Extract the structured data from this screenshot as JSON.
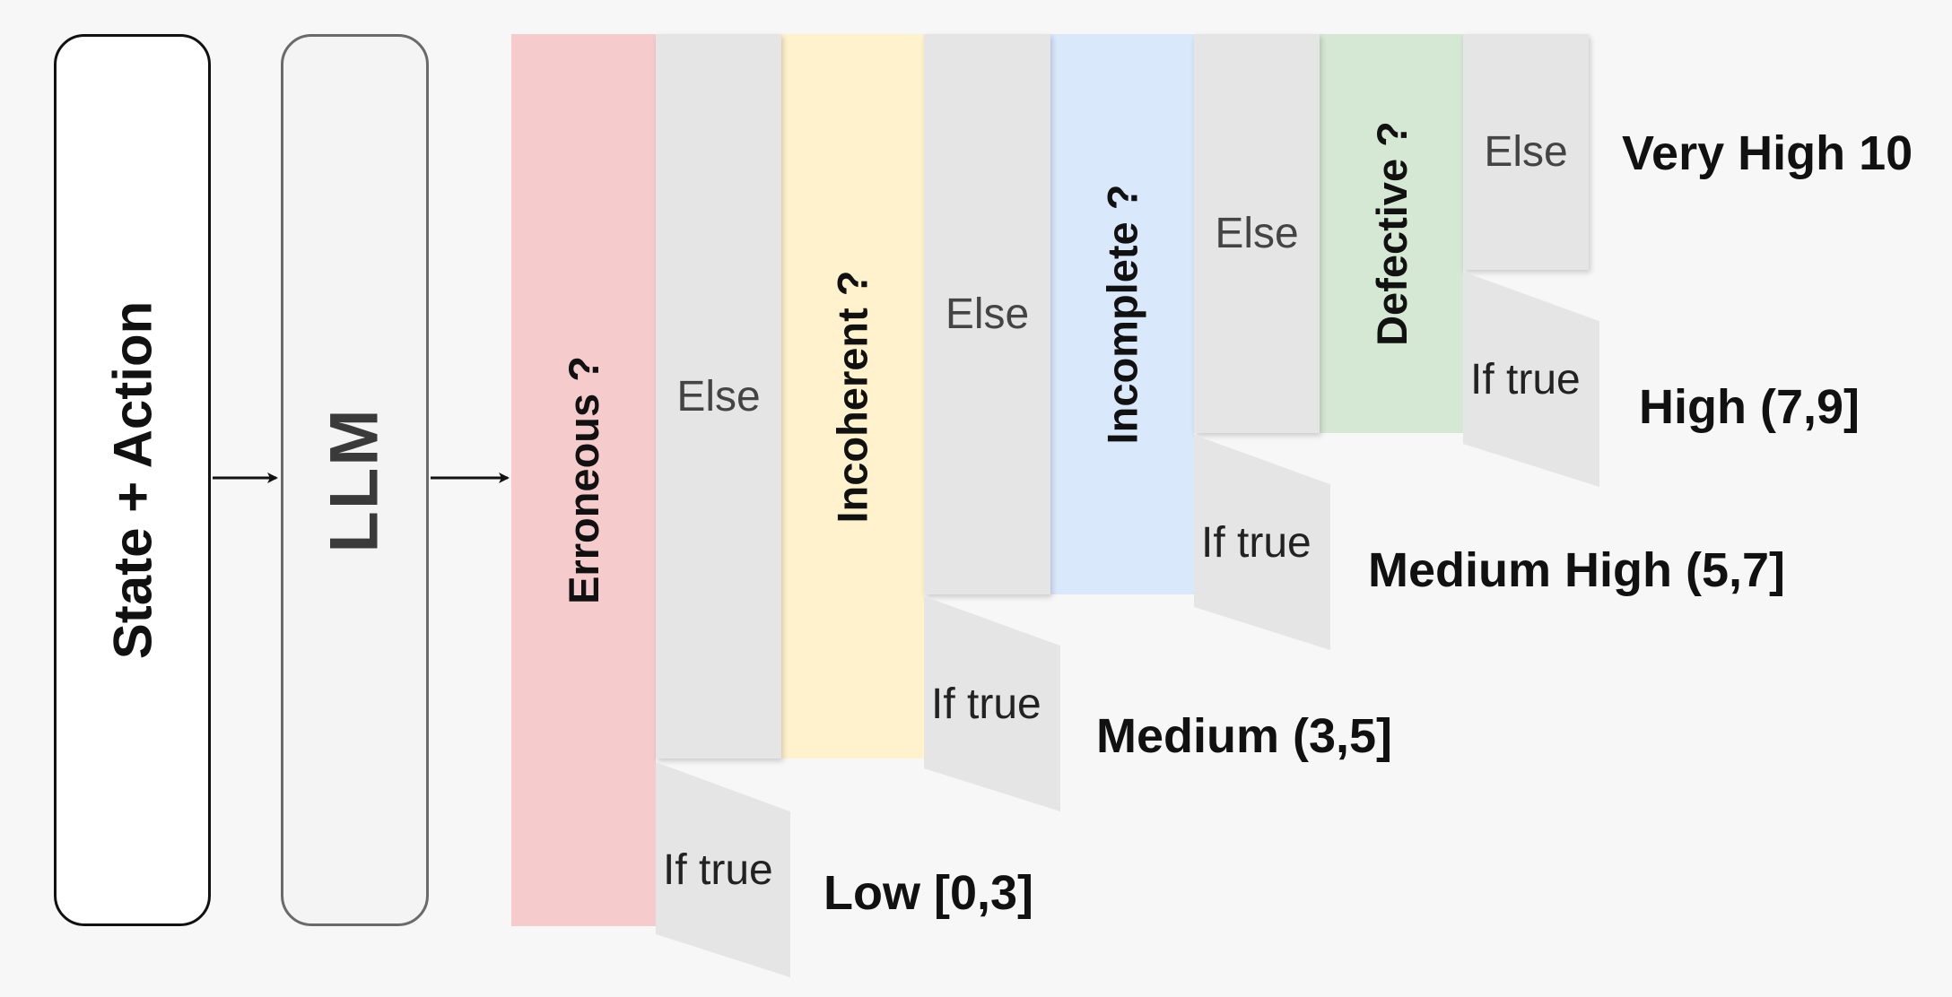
{
  "input_label": "State + Action",
  "model_label": "LLM",
  "checks": [
    {
      "label": "Erroneous ?",
      "color": "#f5cbcb"
    },
    {
      "label": "Incoherent ?",
      "color": "#fff2cc"
    },
    {
      "label": "Incomplete ?",
      "color": "#dae8fc"
    },
    {
      "label": "Defective ?",
      "color": "#d5e8d4"
    }
  ],
  "else_label": "Else",
  "if_true_label": "If true",
  "scores": [
    "Low [0,3]",
    "Medium (3,5]",
    "Medium High (5,7]",
    "High (7,9]",
    "Very High 10"
  ]
}
